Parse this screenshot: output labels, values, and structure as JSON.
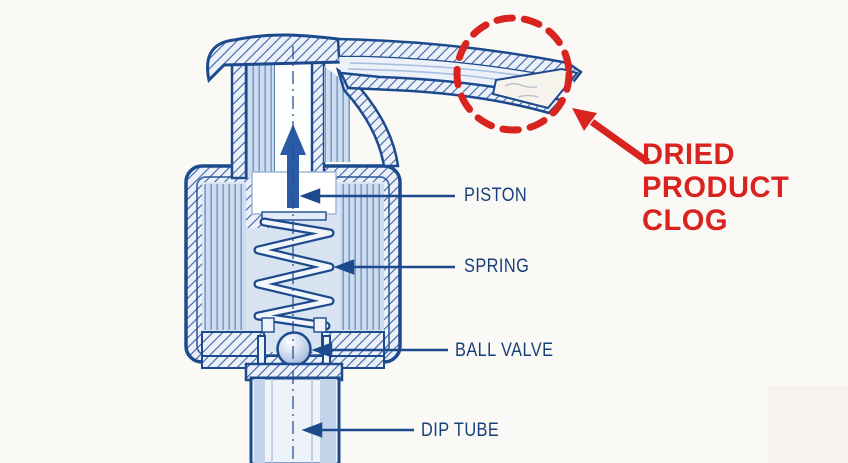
{
  "diagram": {
    "subject": "pump-dispenser-cross-section",
    "labels": {
      "piston": "PISTON",
      "spring": "SPRING",
      "ball_valve": "BALL VALVE",
      "dip_tube": "DIP TUBE"
    },
    "callout": {
      "line1": "DRIED",
      "line2": "PRODUCT",
      "line3": "CLOG"
    },
    "icons": [
      "up-arrow-icon",
      "leader-arrowhead-icon",
      "dashed-circle-annotation",
      "red-arrow-icon"
    ],
    "colors": {
      "background": "#fbf9f5",
      "line_navy": "#1c4a8c",
      "label_navy": "#173f7b",
      "fill_chamber": "#d9e4f3",
      "fill_light": "#eef3fa",
      "hatch_line": "#3a62a8",
      "annotation_red": "#d8231f",
      "arrow_blue": "#2b5aa6"
    }
  }
}
